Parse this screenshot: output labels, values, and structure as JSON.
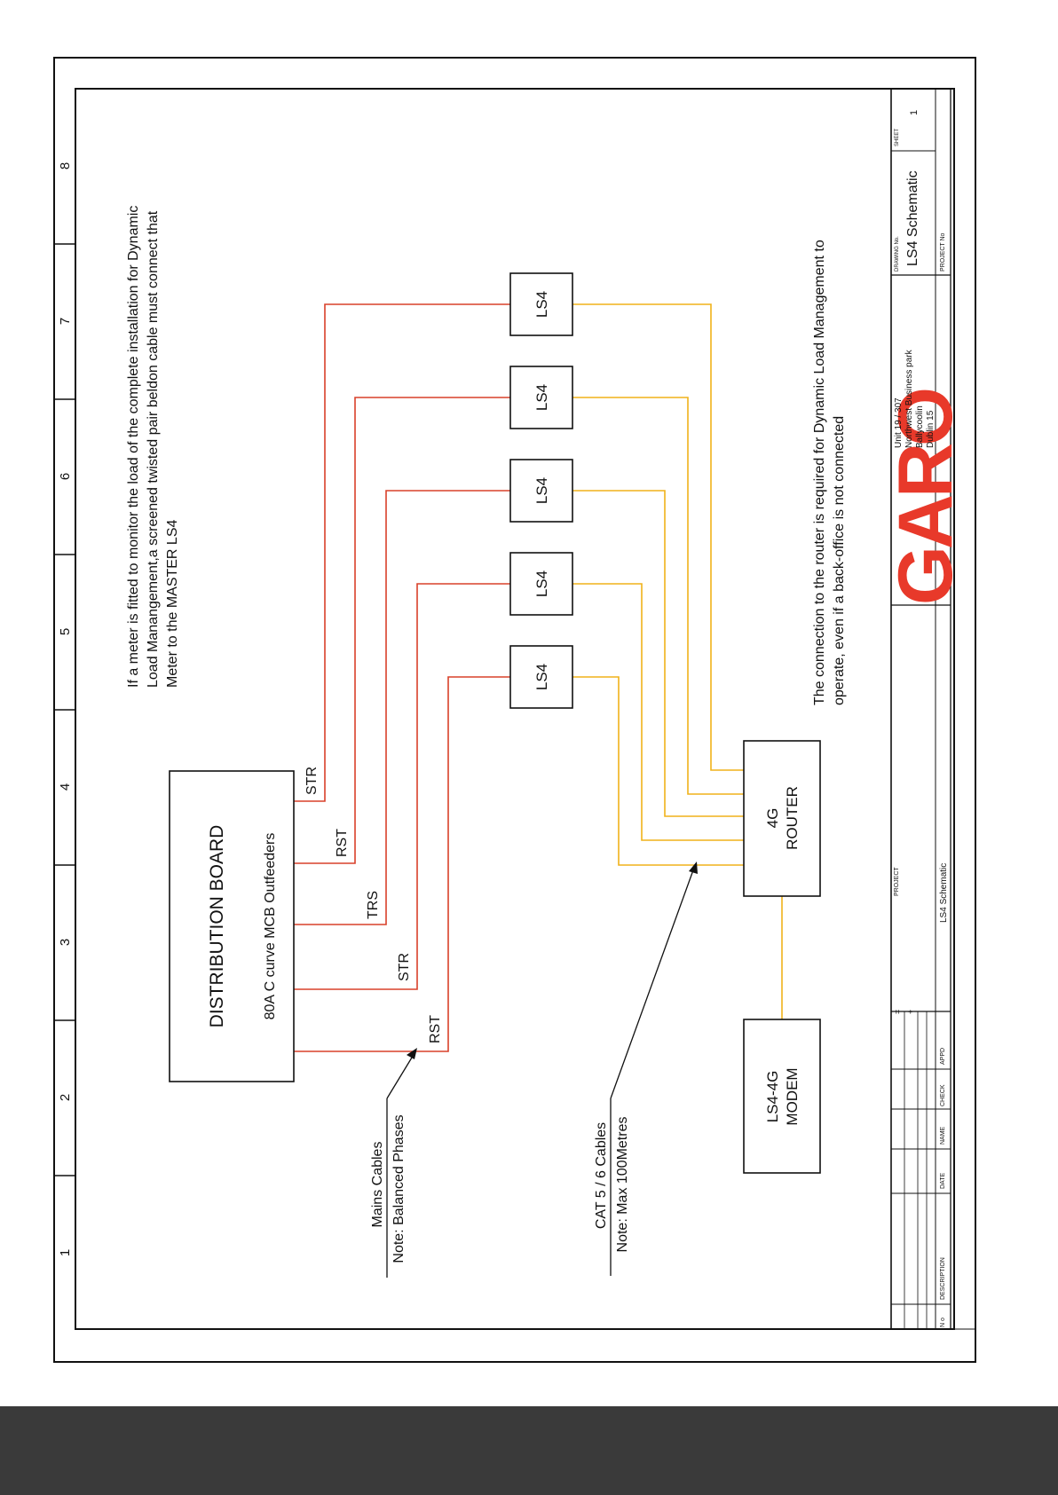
{
  "grid_numbers": [
    "1",
    "2",
    "3",
    "4",
    "5",
    "6",
    "7",
    "8"
  ],
  "note_meter": [
    "If a meter is fitted to monitor the load of the complete installation for Dynamic",
    "Load Manangement,a screened twisted pair beldon cable must connect that",
    "Meter to the MASTER LS4"
  ],
  "note_router": [
    "The connection to the router is required for Dynamic Load Management to",
    "operate, even if a back-office is not connected"
  ],
  "distribution_board": {
    "title": "DISTRIBUTION BOARD",
    "subtitle": "80A C curve MCB Outfeeders"
  },
  "feeder_labels": [
    "RST",
    "STR",
    "TRS",
    "RST",
    "STR"
  ],
  "charger_label": "LS4",
  "router": {
    "line1": "4G",
    "line2": "ROUTER"
  },
  "modem": {
    "line1": "LS4-4G",
    "line2": "MODEM"
  },
  "mains_note": {
    "line1": "Mains Cables",
    "line2": "Note: Balanced Phases"
  },
  "cat_note": {
    "line1": "CAT 5 / 6 Cables",
    "line2": "Note: Max 100Metres"
  },
  "title_block": {
    "logo": "GARO",
    "address": [
      "Unit 19 / 307",
      "Northwest Business park",
      "Ballycoolin",
      "Dublin 15"
    ],
    "drawing_no_label": "DRAWING No.",
    "drawing_no": "LS4 Schematic",
    "sheet_label": "SHEET",
    "sheet_no": "1",
    "project_no_label": "PROJECT No",
    "project_label": "PROJECT",
    "project_value": "LS4 Schematic",
    "revision_headers": [
      "N o",
      "DESCRIPTION",
      "DATE",
      "NAME",
      "CHECK",
      "APPD"
    ],
    "rev_marks": [
      "=",
      "+"
    ]
  },
  "colors": {
    "power_cable": "#d8402a",
    "data_cable": "#f0b21a",
    "logo": "#e8392a",
    "line": "#111111",
    "bottom_bar": "#3a3a3a"
  }
}
